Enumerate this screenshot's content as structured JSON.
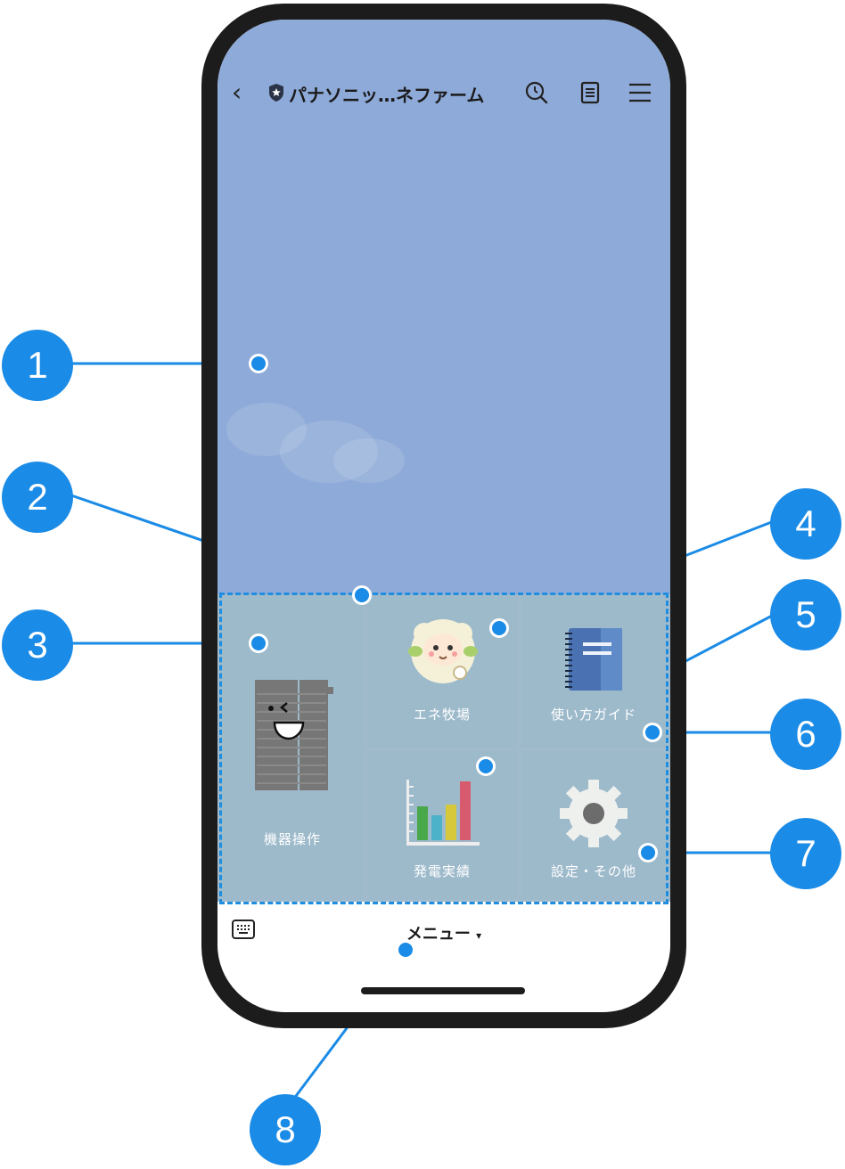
{
  "header": {
    "back_icon": "chevron-left-icon",
    "account_badge_icon": "shield-star-icon",
    "title": "パナソニッ…ネファーム",
    "icons": [
      "search-icon",
      "notes-icon",
      "hamburger-menu-icon"
    ]
  },
  "rich_menu": {
    "items": [
      {
        "id": "equipment",
        "label": "機器操作",
        "icon": "fuel-cell-unit-icon"
      },
      {
        "id": "ene-farm",
        "label": "エネ牧場",
        "icon": "sheep-mascot-icon"
      },
      {
        "id": "guide",
        "label": "使い方ガイド",
        "icon": "notebook-icon"
      },
      {
        "id": "results",
        "label": "発電実績",
        "icon": "bar-chart-icon"
      },
      {
        "id": "settings",
        "label": "設定・その他",
        "icon": "gear-icon"
      }
    ]
  },
  "bottom_bar": {
    "keyboard_icon": "keyboard-icon",
    "menu_label": "メニュー",
    "menu_caret": "▾"
  },
  "callouts": [
    "1",
    "2",
    "3",
    "4",
    "5",
    "6",
    "7",
    "8"
  ],
  "colors": {
    "callout": "#1a8be6",
    "sky": "#8eaad8",
    "menu_cell": "#9dbacb"
  }
}
